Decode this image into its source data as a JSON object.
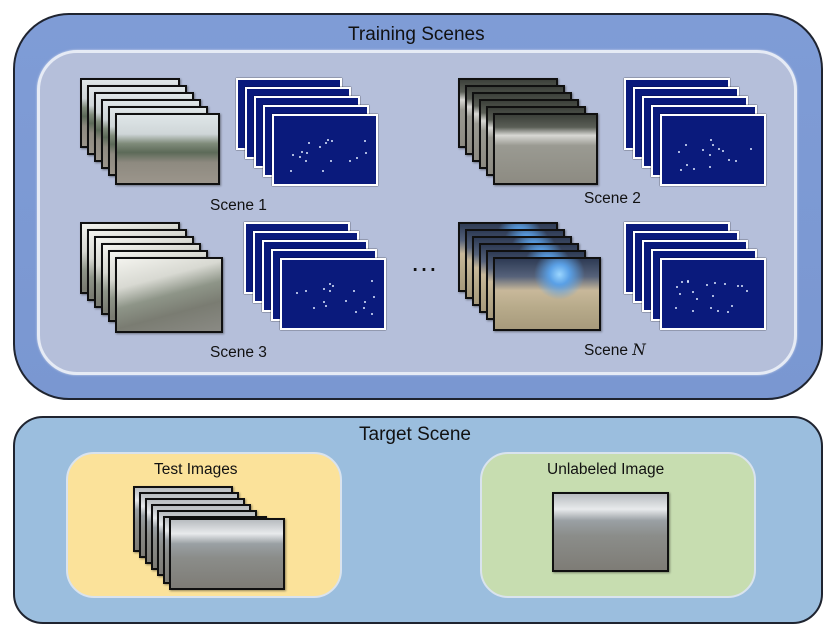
{
  "training": {
    "title": "Training Scenes",
    "scenes": [
      {
        "label": "Scene 1"
      },
      {
        "label": "Scene 2"
      },
      {
        "label": "Scene 3"
      },
      {
        "label": "Scene ",
        "label_var": "N"
      }
    ],
    "ellipsis": "…"
  },
  "target": {
    "title": "Target Scene",
    "test_label": "Test Images",
    "unlabeled_label": "Unlabeled Image"
  },
  "colors": {
    "training_panel": "#7f9cd6",
    "training_inner": "#b5bfda",
    "target_panel": "#9bbede",
    "test_box": "#fbe29a",
    "unlabeled_box": "#c7ddb0",
    "density_map": "#0a1a7c"
  }
}
